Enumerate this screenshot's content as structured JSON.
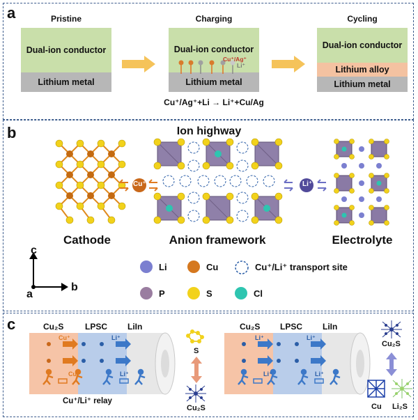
{
  "panels": {
    "a": {
      "letter": "a",
      "stages": [
        {
          "title": "Pristine",
          "top": "Dual-ion conductor",
          "bottom": "Lithium metal"
        },
        {
          "title": "Charging",
          "top": "Dual-ion conductor",
          "bottom": "Lithium metal",
          "ion_label": "Cu⁺/Ag⁺",
          "ion_label2": "Li⁺"
        },
        {
          "title": "Cycling",
          "top": "Dual-ion conductor",
          "middle": "Lithium alloy",
          "bottom": "Lithium metal"
        }
      ],
      "equation": "Cu⁺/Ag⁺+Li → Li⁺+Cu/Ag"
    },
    "b": {
      "letter": "b",
      "title": "Ion highway",
      "cathode": "Cathode",
      "framework": "Anion framework",
      "electrolyte": "Electrolyte",
      "cu_ion": "Cu⁺",
      "li_ion": "Li⁺",
      "axis": {
        "c": "c",
        "a": "a",
        "b": "b"
      },
      "legend": {
        "li": "Li",
        "cu": "Cu",
        "site": "Cu⁺/Li⁺ transport site",
        "p": "P",
        "s": "S",
        "cl": "Cl"
      }
    },
    "c": {
      "letter": "c",
      "left": {
        "cu2s": "Cu₂S",
        "lpsc": "LPSC",
        "liin": "LiIn",
        "cu_plus": "Cu⁺",
        "li_plus": "Li⁺",
        "relay": "Cu⁺/Li⁺ relay",
        "s": "S",
        "cu2s_bottom": "Cu₂S"
      },
      "right": {
        "cu2s": "Cu₂S",
        "lpsc": "LPSC",
        "liin": "LiIn",
        "li_plus": "Li⁺",
        "cu2s_top": "Cu₂S",
        "cu": "Cu",
        "li2s": "Li₂S"
      }
    }
  }
}
